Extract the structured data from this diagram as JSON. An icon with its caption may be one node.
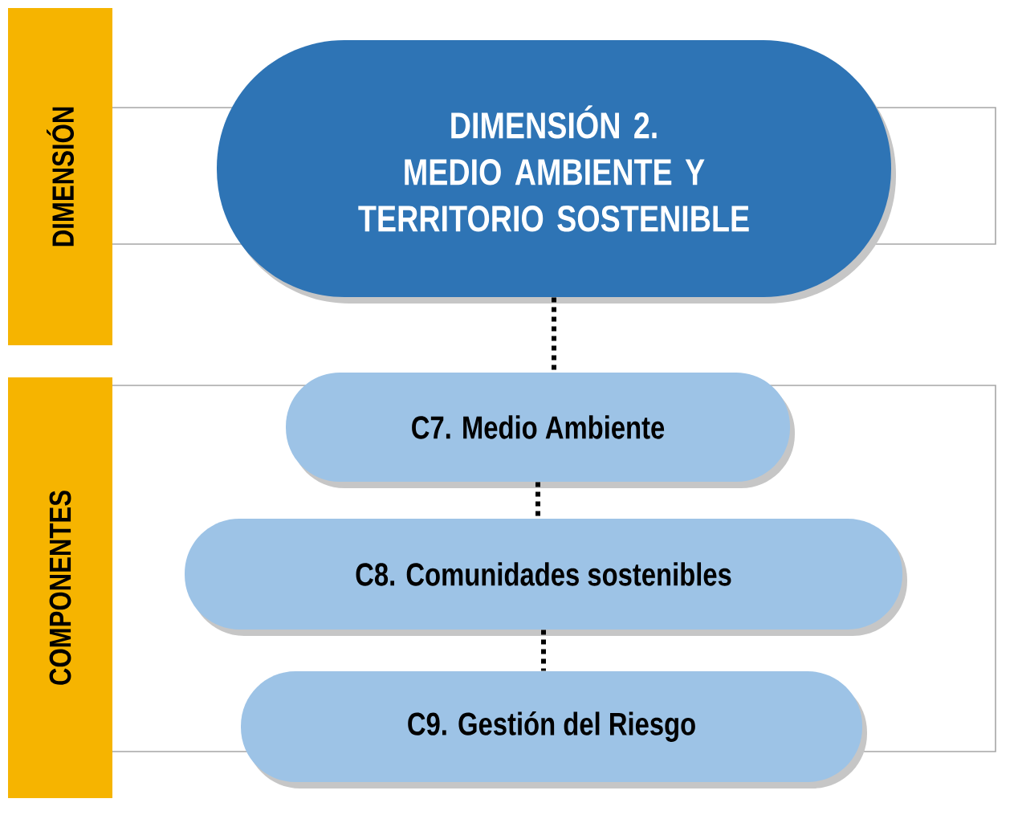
{
  "diagram": {
    "nodes": [
      {
        "text": [
          "DIMENSIÓN"
        ]
      },
      {
        "text": [
          "DIMENSIÓN 2. MEDIO AMBIENTE Y TERRITORIO SOSTENIBLE"
        ]
      },
      {
        "text": [
          "COMPONENTES"
        ]
      },
      {
        "text": [
          "C7. Medio Ambiente"
        ]
      },
      {
        "text": [
          "C8. Comunidades sostenibles"
        ]
      },
      {
        "text": [
          "C9. Gestión del Riesgo"
        ]
      }
    ],
    "edges": [
      {
        "from": 1,
        "to": 3,
        "arrow": "none"
      },
      {
        "from": 3,
        "to": 4,
        "arrow": "none"
      },
      {
        "from": 4,
        "to": 5,
        "arrow": "none"
      }
    ]
  }
}
